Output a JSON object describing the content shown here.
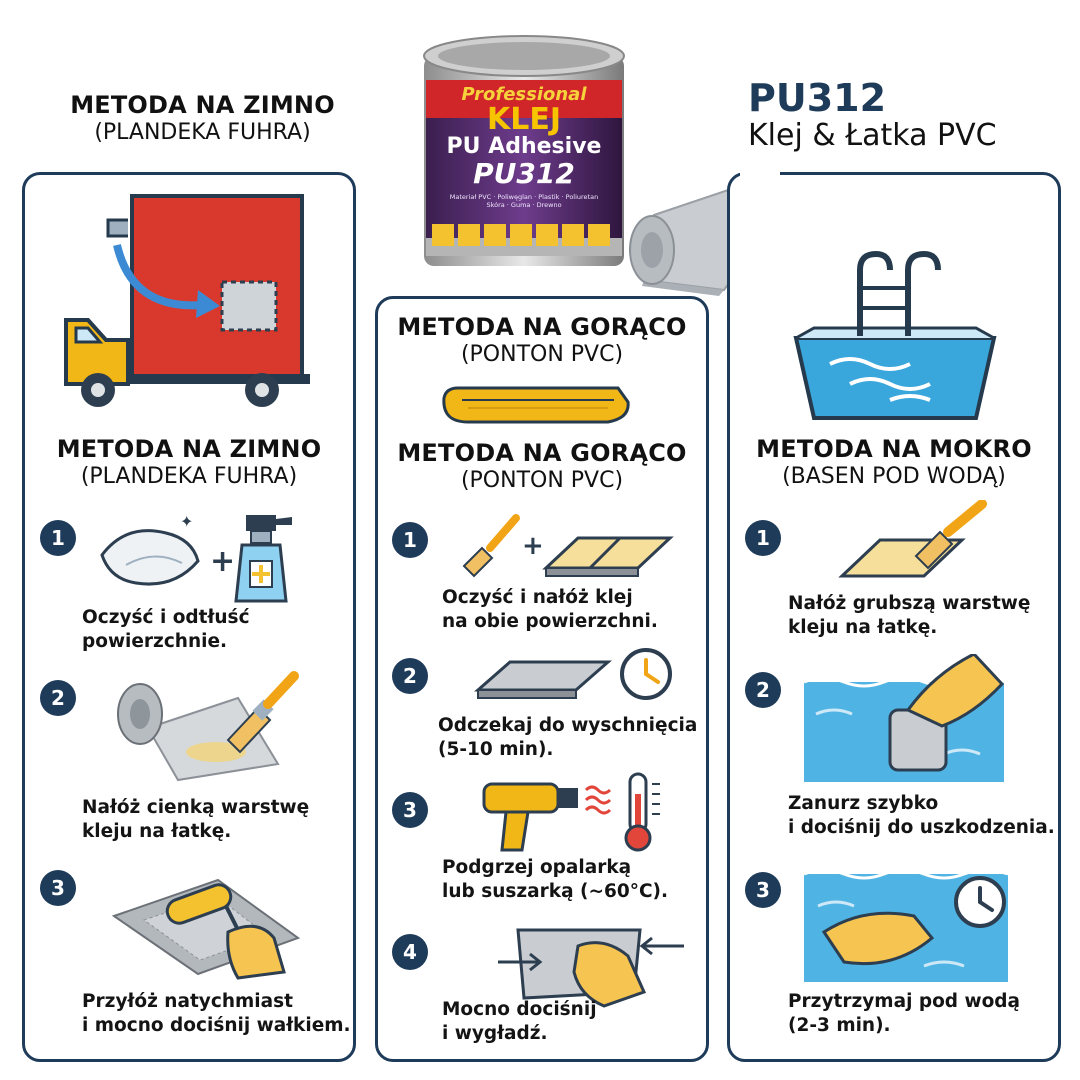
{
  "top_left_header": {
    "title": "METODA NA ZIMNO",
    "subtitle": "(PLANDEKA FUHRA)"
  },
  "product": {
    "can_line1": "Professional",
    "can_line2": "KLEJ",
    "can_line3": "PU Adhesive",
    "can_line4": "PU312",
    "can_materials1": "Materiał PVC · Poliwęglan · Plastik · Poliuretan",
    "can_materials2": "Skóra · Guma · Drewno",
    "title": "PU312",
    "subtitle": "Klej & Łatka PVC"
  },
  "colors": {
    "panel_border": "#1e3b5a",
    "badge": "#1e3b5a",
    "accent_yellow": "#f3c22e",
    "water": "#39a6dc"
  },
  "panels": {
    "cold": {
      "title": "METODA NA ZIMNO",
      "subtitle": "(PLANDEKA FUHRA)",
      "steps": [
        {
          "number": "1",
          "line1": "Oczyść i odtłuść",
          "line2": "powierzchnie."
        },
        {
          "number": "2",
          "line1": "Nałóż cienką warstwę",
          "line2": "kleju na łatkę."
        },
        {
          "number": "3",
          "line1": "Przyłóż natychmiast",
          "line2": "i mocno dociśnij wałkiem."
        }
      ]
    },
    "hot": {
      "top_title": "METODA NA GORĄCO",
      "top_subtitle": "(PONTON PVC)",
      "title": "METODA NA GORĄCO",
      "subtitle": "(PONTON PVC)",
      "steps": [
        {
          "number": "1",
          "line1": "Oczyść i nałóż klej",
          "line2": "na obie powierzchni."
        },
        {
          "number": "2",
          "line1": "Odczekaj do wyschnięcia",
          "line2": "(5-10 min)."
        },
        {
          "number": "3",
          "line1": "Podgrzej opalarką",
          "line2": "lub suszarką (~60°C)."
        },
        {
          "number": "4",
          "line1": "Mocno dociśnij",
          "line2": "i wygładź."
        }
      ]
    },
    "wet": {
      "title": "METODA NA MOKRO",
      "subtitle": "(BASEN POD WODĄ)",
      "steps": [
        {
          "number": "1",
          "line1": "Nałóż grubszą warstwę",
          "line2": "kleju na łatkę."
        },
        {
          "number": "2",
          "line1": "Zanurz szybko",
          "line2": "i dociśnij do uszkodzenia."
        },
        {
          "number": "3",
          "line1": "Przytrzymaj pod wodą",
          "line2": "(2-3 min)."
        }
      ]
    }
  }
}
